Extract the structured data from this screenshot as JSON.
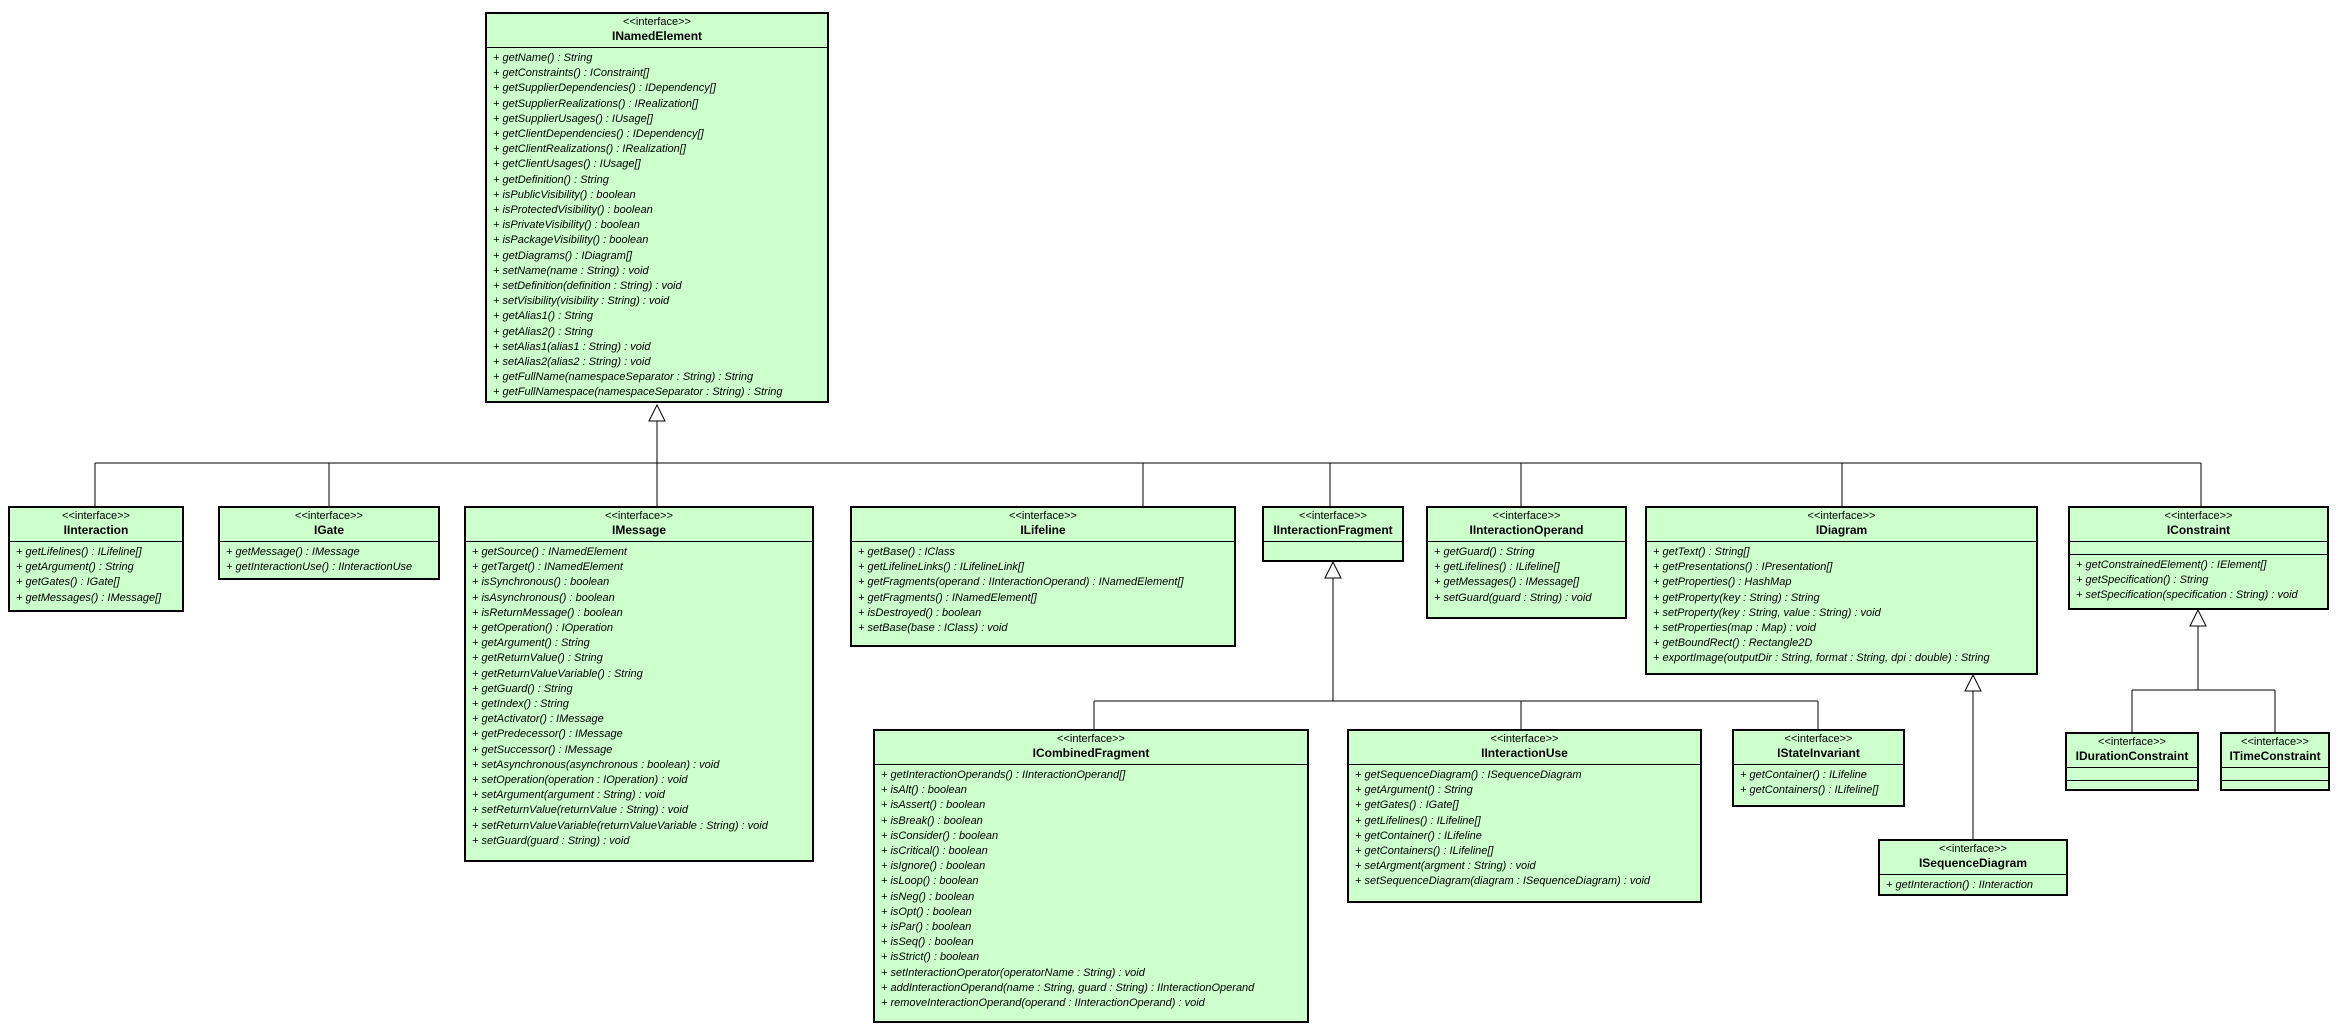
{
  "diagram": {
    "title": "UML sequence-model interfaces class diagram",
    "stereotype_label": "<<interface>>",
    "colors": {
      "box_fill": "#ccffcc",
      "box_border": "#000000",
      "line": "#000000",
      "background": "#ffffff",
      "triangle_fill": "#ffffff"
    }
  },
  "classes": [
    {
      "name": "INamedElement",
      "stereotype": "<<interface>>",
      "empty_compartments": 0,
      "methods": [
        "+ getName() : String",
        "+ getConstraints() : IConstraint[]",
        "+ getSupplierDependencies() : IDependency[]",
        "+ getSupplierRealizations() : IRealization[]",
        "+ getSupplierUsages() : IUsage[]",
        "+ getClientDependencies() : IDependency[]",
        "+ getClientRealizations() : IRealization[]",
        "+ getClientUsages() : IUsage[]",
        "+ getDefinition() : String",
        "+ isPublicVisibility() : boolean",
        "+ isProtectedVisibility() : boolean",
        "+ isPrivateVisibility() : boolean",
        "+ isPackageVisibility() : boolean",
        "+ getDiagrams() : IDiagram[]",
        "+ setName(name : String) : void",
        "+ setDefinition(definition : String) : void",
        "+ setVisibility(visibility : String) : void",
        "+ getAlias1() : String",
        "+ getAlias2() : String",
        "+ setAlias1(alias1 : String) : void",
        "+ setAlias2(alias2 : String) : void",
        "+ getFullName(namespaceSeparator : String) : String",
        "+ getFullNamespace(namespaceSeparator : String) : String"
      ]
    },
    {
      "name": "IInteraction",
      "stereotype": "<<interface>>",
      "empty_compartments": 0,
      "methods": [
        "+ getLifelines() : ILifeline[]",
        "+ getArgument() : String",
        "+ getGates() : IGate[]",
        "+ getMessages() : IMessage[]"
      ]
    },
    {
      "name": "IGate",
      "stereotype": "<<interface>>",
      "empty_compartments": 0,
      "methods": [
        "+ getMessage() : IMessage",
        "+ getInteractionUse() : IInteractionUse"
      ]
    },
    {
      "name": "IMessage",
      "stereotype": "<<interface>>",
      "empty_compartments": 0,
      "methods": [
        "+ getSource() : INamedElement",
        "+ getTarget() : INamedElement",
        "+ isSynchronous() : boolean",
        "+ isAsynchronous() : boolean",
        "+ isReturnMessage() : boolean",
        "+ getOperation() : IOperation",
        "+ getArgument() : String",
        "+ getReturnValue() : String",
        "+ getReturnValueVariable() : String",
        "+ getGuard() : String",
        "+ getIndex() : String",
        "+ getActivator() : IMessage",
        "+ getPredecessor() : IMessage",
        "+ getSuccessor() : IMessage",
        "+ setAsynchronous(asynchronous : boolean) : void",
        "+ setOperation(operation : IOperation) : void",
        "+ setArgument(argument : String) : void",
        "+ setReturnValue(returnValue : String) : void",
        "+ setReturnValueVariable(returnValueVariable : String) : void",
        "+ setGuard(guard : String) : void"
      ]
    },
    {
      "name": "ILifeline",
      "stereotype": "<<interface>>",
      "empty_compartments": 0,
      "methods": [
        "+ getBase() : IClass",
        "+ getLifelineLinks() : ILifelineLink[]",
        "+ getFragments(operand : IInteractionOperand) : INamedElement[]",
        "+ getFragments() : INamedElement[]",
        "+ isDestroyed() : boolean",
        "+ setBase(base : IClass) : void"
      ]
    },
    {
      "name": "IInteractionFragment",
      "stereotype": "<<interface>>",
      "empty_compartments": 1,
      "methods": []
    },
    {
      "name": "IInteractionOperand",
      "stereotype": "<<interface>>",
      "empty_compartments": 0,
      "methods": [
        "+ getGuard() : String",
        "+ getLifelines() : ILifeline[]",
        "+ getMessages() : IMessage[]",
        "+ setGuard(guard : String) : void"
      ]
    },
    {
      "name": "IDiagram",
      "stereotype": "<<interface>>",
      "empty_compartments": 0,
      "methods": [
        "+ getText() : String[]",
        "+ getPresentations() : IPresentation[]",
        "+ getProperties() : HashMap",
        "+ getProperty(key : String) : String",
        "+ setProperty(key : String, value : String) : void",
        "+ setProperties(map : Map) : void",
        "+ getBoundRect() : Rectangle2D",
        "+ exportImage(outputDir : String, format : String, dpi : double) : String"
      ]
    },
    {
      "name": "IConstraint",
      "stereotype": "<<interface>>",
      "empty_compartments": 1,
      "methods": [
        "+ getConstrainedElement() : IElement[]",
        "+ getSpecification() : String",
        "+ setSpecification(specification : String) : void"
      ]
    },
    {
      "name": "ICombinedFragment",
      "stereotype": "<<interface>>",
      "empty_compartments": 0,
      "methods": [
        "+ getInteractionOperands() : IInteractionOperand[]",
        "+ isAlt() : boolean",
        "+ isAssert() : boolean",
        "+ isBreak() : boolean",
        "+ isConsider() : boolean",
        "+ isCritical() : boolean",
        "+ isIgnore() : boolean",
        "+ isLoop() : boolean",
        "+ isNeg() : boolean",
        "+ isOpt() : boolean",
        "+ isPar() : boolean",
        "+ isSeq() : boolean",
        "+ isStrict() : boolean",
        "+ setInteractionOperator(operatorName : String) : void",
        "+ addInteractionOperand(name : String, guard : String) : IInteractionOperand",
        "+ removeInteractionOperand(operand : IInteractionOperand) : void"
      ]
    },
    {
      "name": "IInteractionUse",
      "stereotype": "<<interface>>",
      "empty_compartments": 0,
      "methods": [
        "+ getSequenceDiagram() : ISequenceDiagram",
        "+ getArgument() : String",
        "+ getGates() : IGate[]",
        "+ getLifelines() : ILifeline[]",
        "+ getContainer() : ILifeline",
        "+ getContainers() : ILifeline[]",
        "+ setArgment(argment : String) : void",
        "+ setSequenceDiagram(diagram : ISequenceDiagram) : void"
      ]
    },
    {
      "name": "IStateInvariant",
      "stereotype": "<<interface>>",
      "empty_compartments": 0,
      "methods": [
        "+ getContainer() : ILifeline",
        "+ getContainers() : ILifeline[]"
      ]
    },
    {
      "name": "ISequenceDiagram",
      "stereotype": "<<interface>>",
      "empty_compartments": 0,
      "methods": [
        "+ getInteraction() : IInteraction"
      ]
    },
    {
      "name": "IDurationConstraint",
      "stereotype": "<<interface>>",
      "empty_compartments": 2,
      "methods": []
    },
    {
      "name": "ITimeConstraint",
      "stereotype": "<<interface>>",
      "empty_compartments": 2,
      "methods": []
    }
  ],
  "relationships": [
    {
      "type": "generalization",
      "parent": "INamedElement",
      "children": [
        "IInteraction",
        "IGate",
        "IMessage",
        "ILifeline",
        "IInteractionFragment",
        "IInteractionOperand",
        "IDiagram",
        "IConstraint"
      ]
    },
    {
      "type": "generalization",
      "parent": "IInteractionFragment",
      "children": [
        "ICombinedFragment",
        "IInteractionUse",
        "IStateInvariant"
      ]
    },
    {
      "type": "generalization",
      "parent": "IDiagram",
      "children": [
        "ISequenceDiagram"
      ]
    },
    {
      "type": "generalization",
      "parent": "IConstraint",
      "children": [
        "IDurationConstraint",
        "ITimeConstraint"
      ]
    }
  ]
}
